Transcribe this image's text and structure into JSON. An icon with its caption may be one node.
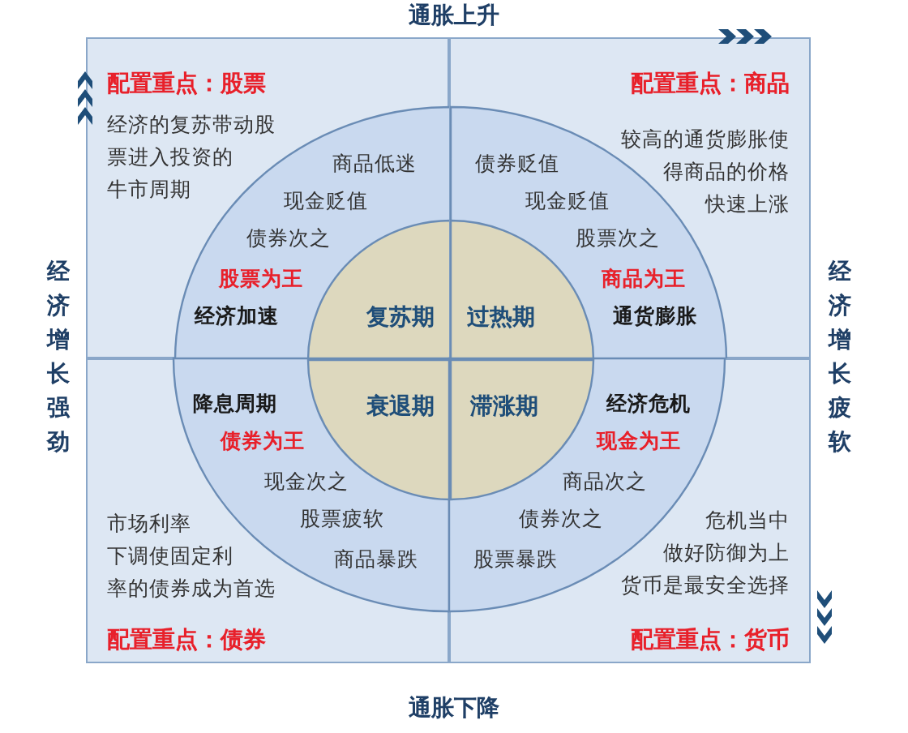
{
  "diagram": {
    "nodes": [
      {
        "text": [
          "配置重点：股票",
          "经济的复苏带动股票进入投资的牛市周期"
        ]
      },
      {
        "text": [
          "商品低迷",
          "现金贬值",
          "债券次之",
          "股票为王",
          "经济加速"
        ],
        "in": 0
      },
      {
        "text": [
          "复苏期"
        ],
        "in": 1
      },
      {
        "text": [
          "配置重点：商品",
          "较高的通货膨胀使得商品的价格快速上涨"
        ]
      },
      {
        "text": [
          "债券贬值",
          "现金贬值",
          "股票次之",
          "商品为王",
          "通货膨胀"
        ],
        "in": 3
      },
      {
        "text": [
          "过热期"
        ],
        "in": 4
      },
      {
        "text": [
          "降息周期",
          "债券为王",
          "现金次之",
          "股票疲软",
          "商品暴跌",
          "市场利率下调使固定利率的债券成为首选",
          "配置重点：债券"
        ]
      },
      {
        "text": [
          "衰退期"
        ],
        "in": 6
      },
      {
        "text": [
          "经济危机",
          "现金为王",
          "商品次之",
          "债券次之",
          "股票暴跌",
          "危机当中做好防御为上货币是最安全选择",
          "配置重点：货币"
        ]
      },
      {
        "text": [
          "滞涨期"
        ],
        "in": 8
      }
    ],
    "edges": [],
    "labels": [
      "通胀上升",
      "经济增长强劲",
      "经济增长疲软",
      "通胀下降"
    ]
  }
}
